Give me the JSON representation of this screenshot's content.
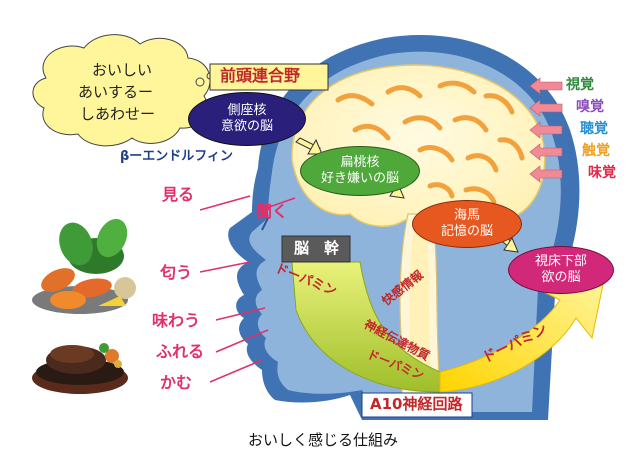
{
  "colors": {
    "head": "#3f73b4",
    "headInner": "#8fb4dc",
    "brain": "#fff6c8",
    "gyrus": "#f2a23c",
    "arrow": "#e0316b",
    "sensePink": "#f08a96"
  },
  "thought_bubble": {
    "lines": [
      "おいしい",
      "あいするー",
      "しあわせー"
    ]
  },
  "labels": {
    "frontal": "前頭連合野",
    "endorphin": "βーエンドルフィン",
    "brainstem": "脳　幹",
    "a10": "A10神経回路",
    "caption": "おいしく感じる仕組み"
  },
  "ovals": {
    "lateral": [
      "側座核",
      "意欲の脳"
    ],
    "amygdala": [
      "扁桃核",
      "好き嫌いの脳"
    ],
    "hippocampus": [
      "海馬",
      "記憶の脳"
    ],
    "hypothalamus": [
      "視床下部",
      "欲の脳"
    ]
  },
  "senses": [
    {
      "text": "視覚",
      "color": "#2e8b3a"
    },
    {
      "text": "嗅覚",
      "color": "#8a4fb8"
    },
    {
      "text": "聴覚",
      "color": "#2a8fd0"
    },
    {
      "text": "触覚",
      "color": "#f0a020"
    },
    {
      "text": "味覚",
      "color": "#e0284a"
    }
  ],
  "actions": [
    "見る",
    "聞く",
    "匂う",
    "味わう",
    "ふれる",
    "かむ"
  ],
  "pathway": {
    "dopamine1": "ドーパミン",
    "info": "快感情報",
    "transmitter": "神経伝達物質",
    "dopamine2": "ドーパミン",
    "dopamine3": "ドーパミン"
  }
}
